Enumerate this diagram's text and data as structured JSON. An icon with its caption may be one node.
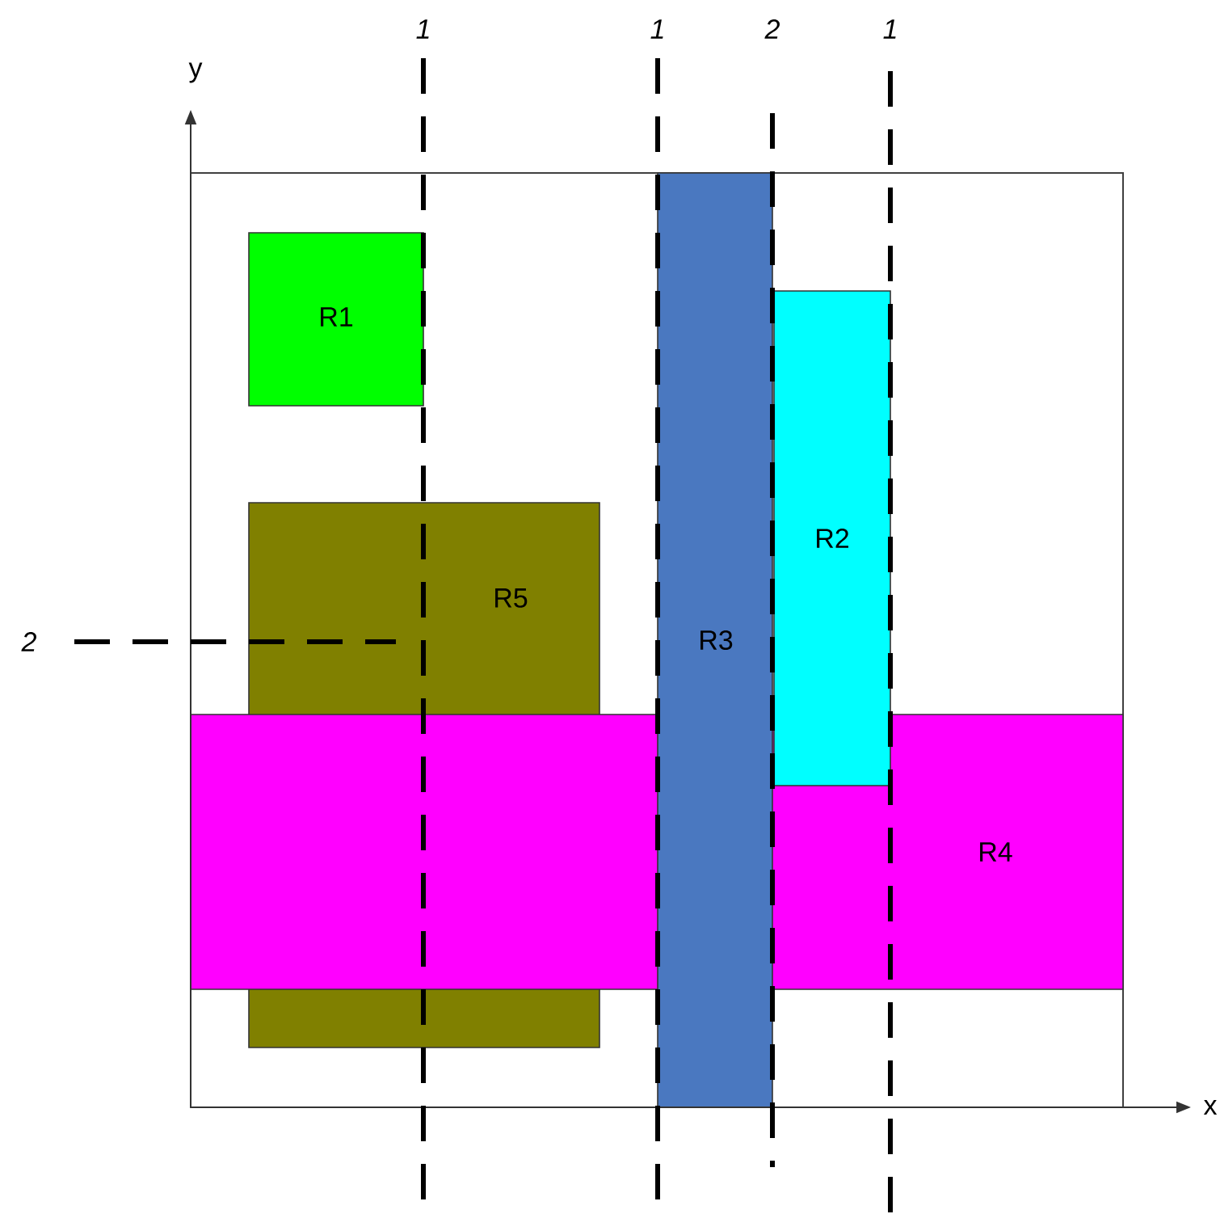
{
  "diagram": {
    "nodes": [
      {
        "text": [
          "R1"
        ]
      },
      {
        "text": [
          "R2"
        ]
      },
      {
        "text": [
          "R3"
        ]
      },
      {
        "text": [
          "R4"
        ]
      },
      {
        "text": [
          "R5"
        ]
      }
    ],
    "labels": [
      "1",
      "1",
      "2",
      "1",
      "y",
      "2",
      "x"
    ]
  }
}
